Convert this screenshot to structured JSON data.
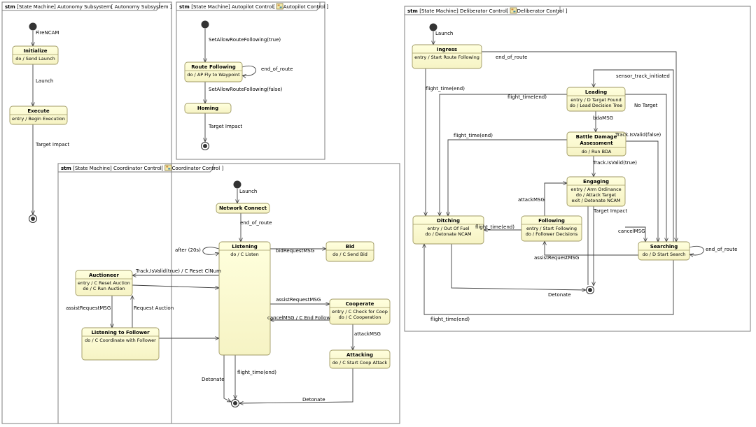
{
  "frames": [
    {
      "keyword": "stm",
      "title": "[State Machine] Autonomy Subsystem[ Autonomy Subsystem ]",
      "icon": false
    },
    {
      "keyword": "stm",
      "title": "[State Machine] Autopilot Control[",
      "title2": "Autopilot Control ]",
      "icon": true
    },
    {
      "keyword": "stm",
      "title": "[State Machine] Coordinator Control[",
      "title2": "Coordinator Control ]",
      "icon": true
    },
    {
      "keyword": "stm",
      "title": "[State Machine] Deliberator Control[",
      "title2": "Deliberator Control ]",
      "icon": true
    }
  ],
  "states": [
    {
      "id": "initialize",
      "name": "Initialize",
      "lines": [
        "do / Send Launch"
      ]
    },
    {
      "id": "execute",
      "name": "Execute",
      "lines": [
        "entry / Begin Execution"
      ]
    },
    {
      "id": "route-following",
      "name": "Route Following",
      "lines": [
        "do / AP Fly to Waypoint"
      ]
    },
    {
      "id": "homing",
      "name": "Homing",
      "lines": []
    },
    {
      "id": "network-connect",
      "name": "Network Connect",
      "lines": []
    },
    {
      "id": "listening",
      "name": "Listening",
      "lines": [
        "do / C Listen"
      ]
    },
    {
      "id": "bid",
      "name": "Bid",
      "lines": [
        "do / C Send Bid"
      ]
    },
    {
      "id": "auctioneer",
      "name": "Auctioneer",
      "lines": [
        "entry / C Reset Auction",
        "do / C Run Auction"
      ]
    },
    {
      "id": "listening-to-follower",
      "name": "Listening to Follower",
      "lines": [
        "do / C Coordinate with Follower"
      ]
    },
    {
      "id": "cooperate",
      "name": "Cooperate",
      "lines": [
        "entry / C Check for Coop",
        "do / C Cooperation"
      ]
    },
    {
      "id": "attacking",
      "name": "Attacking",
      "lines": [
        "do / C Start Coop Attack"
      ]
    },
    {
      "id": "ingress",
      "name": "Ingress",
      "lines": [
        "entry / Start Route Following"
      ]
    },
    {
      "id": "leading",
      "name": "Leading",
      "lines": [
        "entry / D Target Found",
        "do / Lead Decision Tree"
      ]
    },
    {
      "id": "bda",
      "name": "Battle Damage",
      "name2": "Assessment",
      "lines": [
        "do / Run BDA"
      ]
    },
    {
      "id": "engaging",
      "name": "Engaging",
      "lines": [
        "entry / Arm Ordinance",
        "do / Attack Target",
        "exit / Detonate NCAM"
      ]
    },
    {
      "id": "ditching",
      "name": "Ditching",
      "lines": [
        "entry / Out Of Fuel",
        "do / Detonate NCAM"
      ]
    },
    {
      "id": "following",
      "name": "Following",
      "lines": [
        "entry / Start Following",
        "do / Follower Decisions"
      ]
    },
    {
      "id": "searching",
      "name": "Searching",
      "lines": [
        "do / D Start Search"
      ]
    }
  ],
  "transitions": [
    {
      "id": "t-firencam",
      "label": "FireNCAM"
    },
    {
      "id": "t-launch-a",
      "label": "Launch"
    },
    {
      "id": "t-target-impact-a",
      "label": "Target Impact"
    },
    {
      "id": "t-setallow-true",
      "label": "SetAllowRouteFollowing(true)"
    },
    {
      "id": "t-end-of-route-ap",
      "label": "end_of_route"
    },
    {
      "id": "t-setallow-false",
      "label": "SetAllowRouteFollowing(false)"
    },
    {
      "id": "t-target-impact-ap",
      "label": "Target Impact"
    },
    {
      "id": "t-launch-c",
      "label": "Launch"
    },
    {
      "id": "t-end-of-route-c",
      "label": "end_of_route"
    },
    {
      "id": "t-after20s",
      "label": "after (20s)"
    },
    {
      "id": "t-bidrequest",
      "label": "bidRequestMSG"
    },
    {
      "id": "t-track-valid-reset",
      "label": "Track.IsValid(true) / C Reset ClNum"
    },
    {
      "id": "t-assist-c",
      "label": "assistRequestMSG"
    },
    {
      "id": "t-request-auction",
      "label": "Request Auction"
    },
    {
      "id": "t-assist-coop",
      "label": "assistRequestMSG"
    },
    {
      "id": "t-cancel-coop",
      "label": "cancelMSG / C End Follow"
    },
    {
      "id": "t-attack-c",
      "label": "attackMSG"
    },
    {
      "id": "t-detonate-c1",
      "label": "Detonate"
    },
    {
      "id": "t-flight-time-c",
      "label": "flight_time(end)"
    },
    {
      "id": "t-detonate-c2",
      "label": "Detonate"
    },
    {
      "id": "t-launch-d",
      "label": "Launch"
    },
    {
      "id": "t-end-of-route-d1",
      "label": "end_of_route"
    },
    {
      "id": "t-sensor-track",
      "label": "sensor_track_initiated"
    },
    {
      "id": "t-flight-time-d1",
      "label": "flight_time(end)"
    },
    {
      "id": "t-flight-time-d2",
      "label": "flight_time(end)"
    },
    {
      "id": "t-no-target",
      "label": "No Target"
    },
    {
      "id": "t-bdamsg",
      "label": "bdaMSG"
    },
    {
      "id": "t-flight-time-d3",
      "label": "flight_time(end)"
    },
    {
      "id": "t-track-false",
      "label": "Track.IsValid(false)"
    },
    {
      "id": "t-track-true",
      "label": "Track.IsValid(true)"
    },
    {
      "id": "t-attack-d",
      "label": "attackMSG"
    },
    {
      "id": "t-target-impact-d",
      "label": "Target Impact"
    },
    {
      "id": "t-flight-time-d4",
      "label": "flight_time(end)"
    },
    {
      "id": "t-cancel-d",
      "label": "cancelMSG"
    },
    {
      "id": "t-assist-d",
      "label": "assistRequestMSG"
    },
    {
      "id": "t-end-of-route-d2",
      "label": "end_of_route"
    },
    {
      "id": "t-detonate-d",
      "label": "Detonate"
    },
    {
      "id": "t-flight-time-d5",
      "label": "flight_time(end)"
    }
  ],
  "colors": {
    "state_fill": "#ffffcc",
    "state_stroke": "#a09a64",
    "frame_stroke": "#7f7f7f",
    "edge": "#404040",
    "text": "#000000"
  }
}
